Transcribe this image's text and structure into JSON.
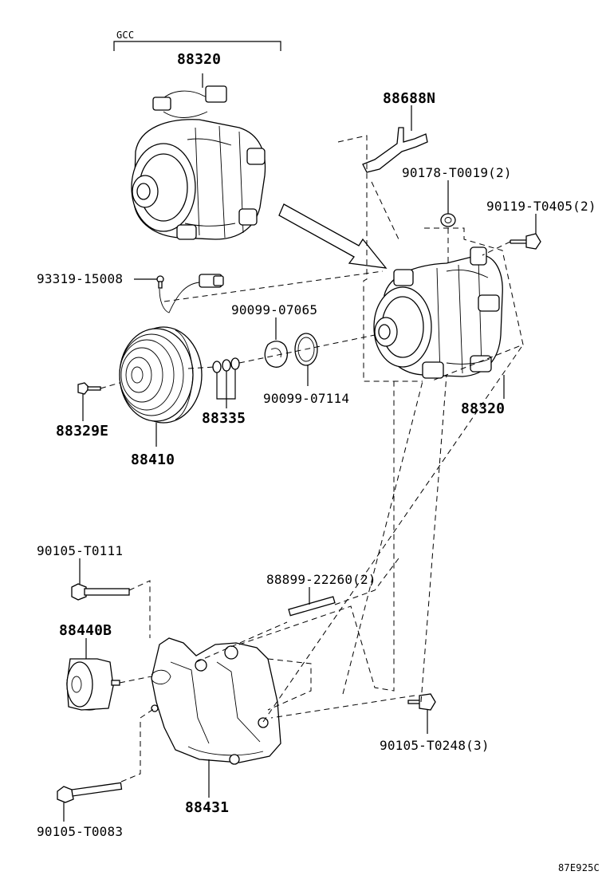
{
  "diagram": {
    "group_label": "GCC",
    "drawing_code": "87E925C",
    "callouts": {
      "p88320_top": "88320",
      "p88688N": "88688N",
      "p90178": "90178-T0019(2)",
      "p90119": "90119-T0405(2)",
      "p93319": "93319-15008",
      "p90099_07065": "90099-07065",
      "p90099_07114": "90099-07114",
      "p88320_mid": "88320",
      "p88329E": "88329E",
      "p88335": "88335",
      "p88410": "88410",
      "p90105_T0111": "90105-T0111",
      "p88899": "88899-22260(2)",
      "p88440B": "88440B",
      "p90105_T0248": "90105-T0248(3)",
      "p88431": "88431",
      "p90105_T0083": "90105-T0083"
    }
  }
}
